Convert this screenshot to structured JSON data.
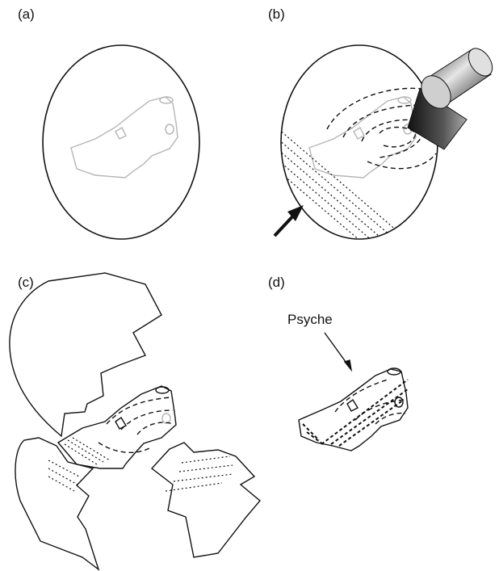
{
  "panels": {
    "a": {
      "label": "(a)"
    },
    "b": {
      "label": "(b)"
    },
    "c": {
      "label": "(c)"
    },
    "d": {
      "label": "(d)"
    }
  },
  "annotations": {
    "psyche": "Psyche"
  },
  "colors": {
    "outline": "#111111",
    "faint_outline": "#b5b5b5",
    "projector_dark": "#2a2a2a",
    "projector_light": "#d8d8d8"
  }
}
